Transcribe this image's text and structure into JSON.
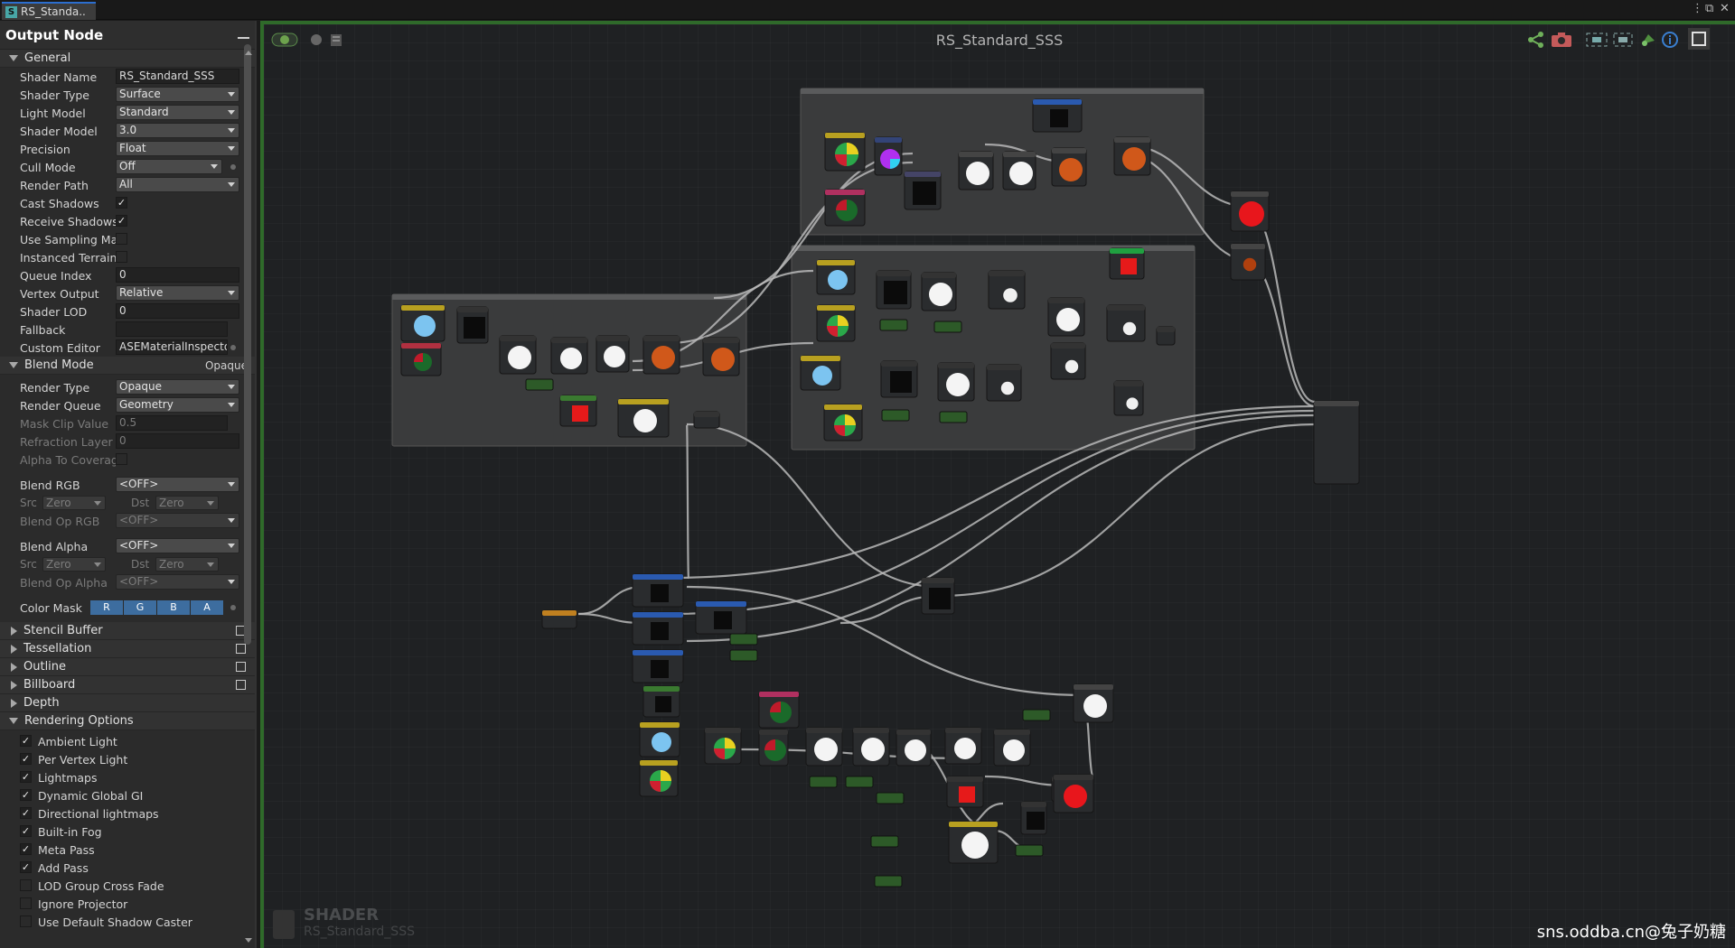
{
  "tab": {
    "label": "RS_Standa..",
    "icon": "shader-icon"
  },
  "window_controls": {
    "more": "⋮",
    "restore": "⧉",
    "close": "✕"
  },
  "panel": {
    "title": "Output Node",
    "general": {
      "header": "General",
      "shader_name_label": "Shader Name",
      "shader_name_value": "RS_Standard_SSS",
      "shader_type_label": "Shader Type",
      "shader_type_value": "Surface",
      "light_model_label": "Light Model",
      "light_model_value": "Standard",
      "shader_model_label": "Shader Model",
      "shader_model_value": "3.0",
      "precision_label": "Precision",
      "precision_value": "Float",
      "cull_mode_label": "Cull Mode",
      "cull_mode_value": "Off",
      "render_path_label": "Render Path",
      "render_path_value": "All",
      "cast_shadows_label": "Cast Shadows",
      "receive_shadows_label": "Receive Shadows",
      "use_sampling_label": "Use Sampling Mac",
      "instanced_terrain_label": "Instanced Terrain",
      "queue_index_label": "Queue Index",
      "queue_index_value": "0",
      "vertex_output_label": "Vertex Output",
      "vertex_output_value": "Relative",
      "shader_lod_label": "Shader LOD",
      "shader_lod_value": "0",
      "fallback_label": "Fallback",
      "fallback_value": "",
      "custom_editor_label": "Custom Editor",
      "custom_editor_value": "ASEMaterialInspecto"
    },
    "blend": {
      "header": "Blend Mode",
      "mode": "Opaque",
      "render_type_label": "Render Type",
      "render_type_value": "Opaque",
      "render_queue_label": "Render Queue",
      "render_queue_value": "Geometry",
      "mask_clip_label": "Mask Clip Value",
      "mask_clip_value": "0.5",
      "refraction_label": "Refraction Layer",
      "refraction_value": "0",
      "alpha_coverage_label": "Alpha To Coverage",
      "blend_rgb_label": "Blend RGB",
      "blend_rgb_value": "<OFF>",
      "src_label": "Src",
      "src_value": "Zero",
      "dst_label": "Dst",
      "dst_value": "Zero",
      "blend_op_rgb_label": "Blend Op RGB",
      "blend_op_rgb_value": "<OFF>",
      "blend_alpha_label": "Blend Alpha",
      "blend_alpha_value": "<OFF>",
      "src2_label": "Src",
      "src2_value": "Zero",
      "dst2_label": "Dst",
      "dst2_value": "Zero",
      "blend_op_alpha_label": "Blend Op Alpha",
      "blend_op_alpha_value": "<OFF>",
      "color_mask_label": "Color Mask",
      "mask": [
        "R",
        "G",
        "B",
        "A"
      ]
    },
    "sections": [
      "Stencil Buffer",
      "Tessellation",
      "Outline",
      "Billboard",
      "Depth"
    ],
    "rendering_header": "Rendering Options",
    "rendering": [
      {
        "label": "Ambient Light",
        "checked": true
      },
      {
        "label": "Per Vertex Light",
        "checked": true
      },
      {
        "label": "Lightmaps",
        "checked": true
      },
      {
        "label": "Dynamic Global GI",
        "checked": true
      },
      {
        "label": "Directional lightmaps",
        "checked": true
      },
      {
        "label": "Built-in Fog",
        "checked": true
      },
      {
        "label": "Meta Pass",
        "checked": true
      },
      {
        "label": "Add Pass",
        "checked": true
      },
      {
        "label": "LOD Group Cross Fade",
        "checked": false
      },
      {
        "label": "Ignore Projector",
        "checked": false
      },
      {
        "label": "Use Default Shadow Caster",
        "checked": false
      }
    ],
    "check_glyph": "✓"
  },
  "canvas": {
    "title": "RS_Standard_SSS",
    "watermark_label": "SHADER",
    "watermark_name": "RS_Standard_SSS",
    "credit": "sns.oddba.cn@兔子奶糖",
    "colors": {
      "accent_green": "#2f6a2a",
      "link": "#b9b9b9",
      "node": "#2a2c2e"
    }
  }
}
